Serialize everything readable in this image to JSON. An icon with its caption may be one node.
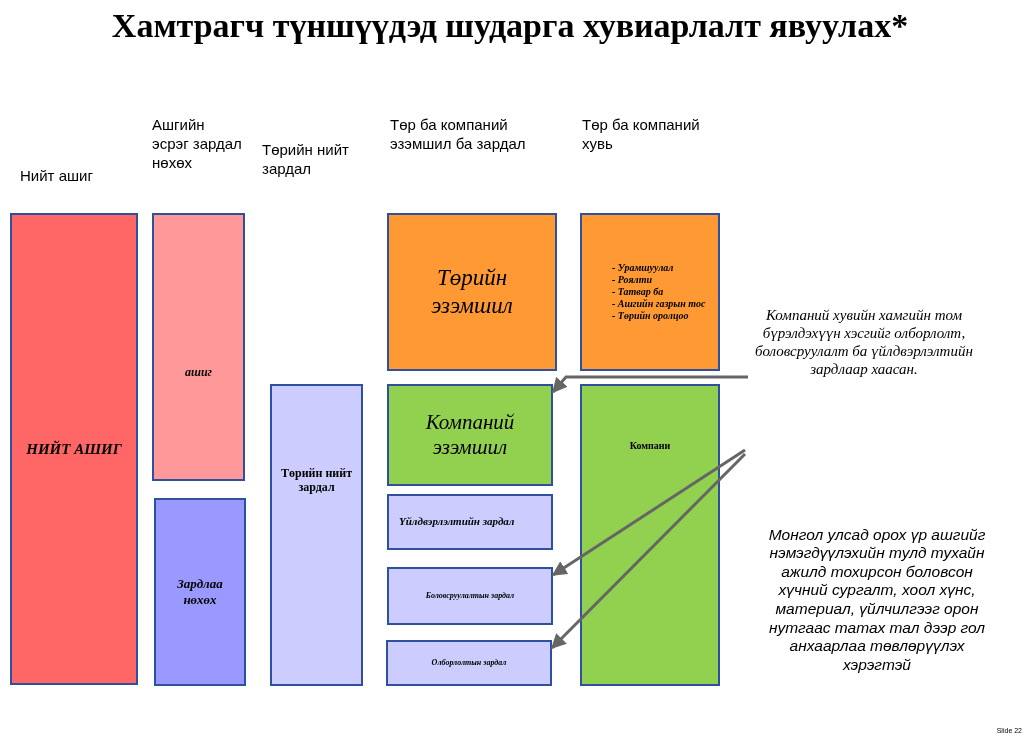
{
  "diagram": {
    "title": "Хамтрагч түншүүдэд шударга хувиарлалт явуулах*",
    "nodes": [
      {
        "text": [
          "НИЙТ АШИГ"
        ]
      },
      {
        "text": [
          "ашиг"
        ]
      },
      {
        "text": [
          "Зардлаа нөхөх"
        ]
      },
      {
        "text": [
          "Төрийн нийт зардал"
        ]
      },
      {
        "text": [
          "Төрийн эзэмшил"
        ]
      },
      {
        "text": [
          "Компаний эзэмшил"
        ]
      },
      {
        "text": [
          "Үйлдвэрлэлтийн зардал"
        ]
      },
      {
        "text": [
          "Боловсруулалтын зардал"
        ]
      },
      {
        "text": [
          "Олборлолтын зардал"
        ]
      },
      {
        "text": [
          "- Урамшуулал",
          "- Роялти",
          "- Татвар ба",
          "- Ашгийн газрын тос",
          "- Төрийн оролцоо"
        ]
      },
      {
        "text": [
          "Компани"
        ]
      },
      {
        "text": [
          "Компаний хувийн хамгийн том бүрэлдэхүүн хэсгийг олборлолт, боловсруулалт ба үйлдвэрлэлтийн зардлаар хаасан."
        ]
      },
      {
        "text": [
          "Монгол улсад орох үр ашгийг нэмэгдүүлэхийн тулд тухайн ажилд тохирсон боловсон хүчний сургалт, хоол хүнс, материал, үйлчилгээг орон нутгаас татах тал дээр гол анхаарлаа төвлөрүүлэх хэрэгтэй"
        ]
      }
    ],
    "edges": [
      {
        "from": 11,
        "to": 5,
        "arrow": "to"
      },
      {
        "from": null,
        "to": 7,
        "arrow": "to"
      },
      {
        "from": null,
        "to": 8,
        "arrow": "to"
      }
    ],
    "labels": [
      "Нийт ашиг",
      "Ашгийн эсрэг зардал нөхөх",
      "Төрийн нийт зардал",
      "Төр ба компаний эзэмшил ба зардал",
      "Төр ба компаний хувь",
      "Slide 22"
    ]
  }
}
